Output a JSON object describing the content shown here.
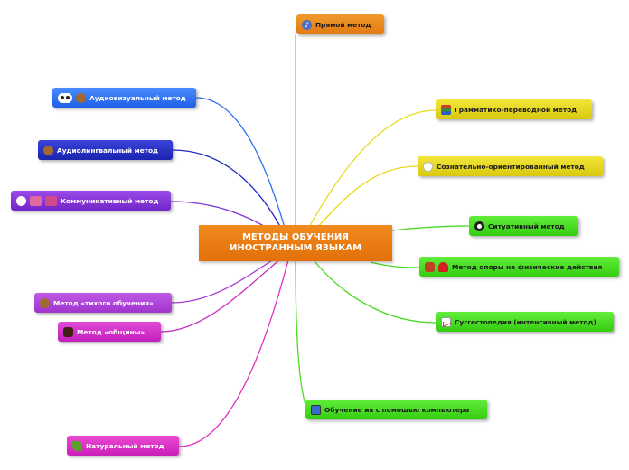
{
  "center": {
    "line1": "МЕТОДЫ ОБУЧЕНИЯ",
    "line2": "ИНОСТРАННЫМ ЯЗЫКАМ"
  },
  "nodes": {
    "direct": {
      "label": "Прямой метод",
      "icon": "music-note-icon"
    },
    "audiovisual": {
      "label": "Аудиовизуальный метод",
      "icon": "eyes-monkey-icon"
    },
    "audiolingual": {
      "label": "Аудиолингвальный метод",
      "icon": "monkey-icon"
    },
    "communicative": {
      "label": "Коммуникативный метод",
      "icon": "speech-people-icon"
    },
    "silent": {
      "label": "Метод «тихого обучения»",
      "icon": "monkey-icon"
    },
    "community": {
      "label": "Метод «общины»",
      "icon": "group-icon"
    },
    "natural": {
      "label": "Натуральный метод",
      "icon": "leaf-icon"
    },
    "grammar": {
      "label": "Грамматико-переводной метод",
      "icon": "books-icon"
    },
    "conscious": {
      "label": "Сознательно-ориентированный метод",
      "icon": "speech-bubble-icon"
    },
    "situational": {
      "label": "Ситуативный метод",
      "icon": "eight-ball-icon"
    },
    "physical": {
      "label": "Метод опоры на физические действия",
      "icon": "runner-dancer-icon"
    },
    "suggestopedia": {
      "label": "Суггестопедия (интенсивный метод)",
      "icon": "chart-icon"
    },
    "computer": {
      "label": "Обучение ия с помощью компьютера",
      "icon": "computer-icon"
    }
  },
  "colors": {
    "blue": "#1f5fe6",
    "navy": "#1b23b0",
    "purple": "#7226c8",
    "violet": "#a034cc",
    "magenta": "#c21fbb",
    "orange": "#e07a10",
    "yellow": "#d8c80e",
    "green": "#34cc12",
    "center": "#e2700a"
  }
}
